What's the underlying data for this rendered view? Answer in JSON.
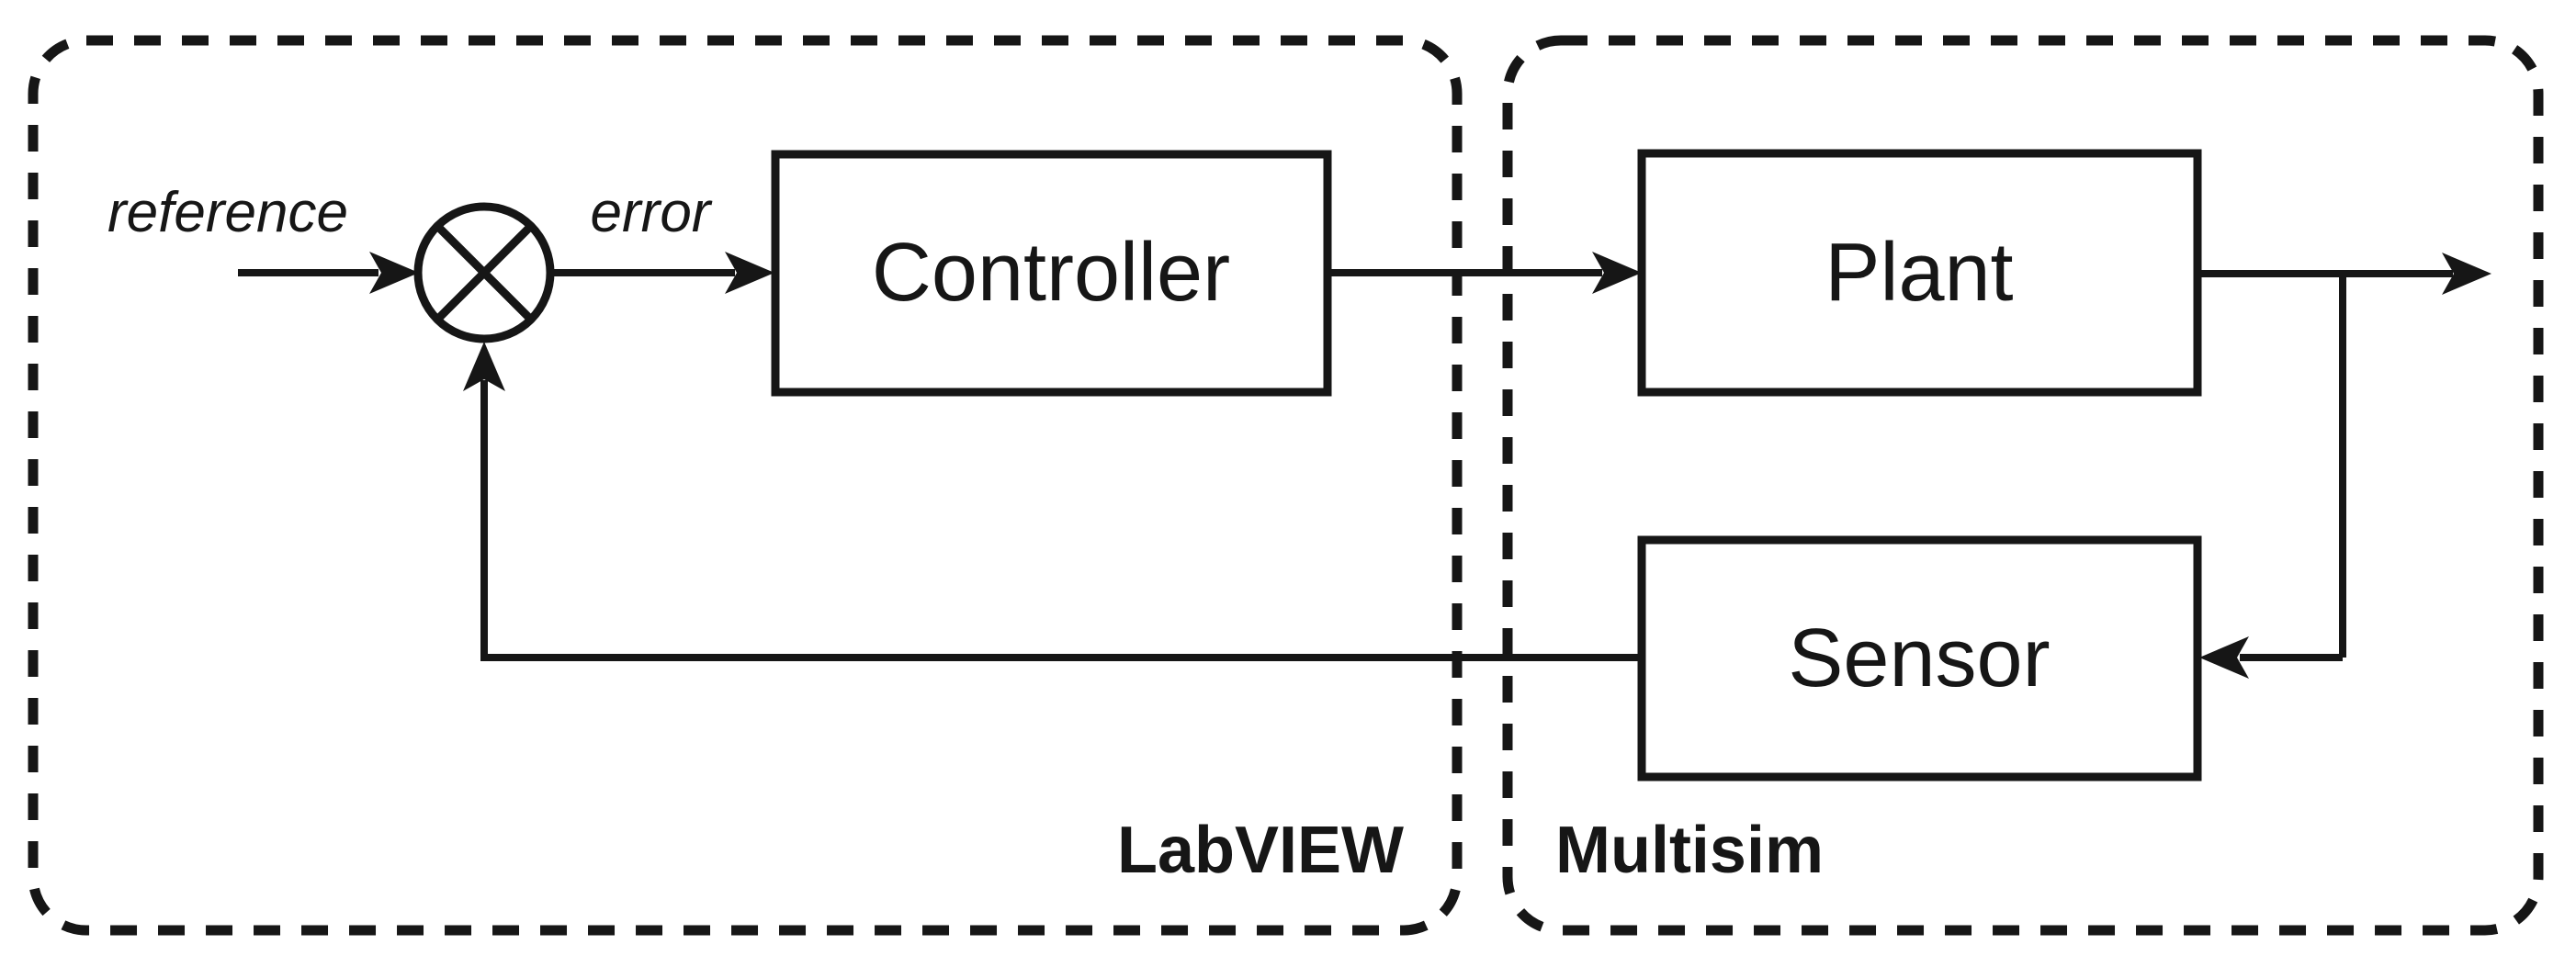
{
  "page": {
    "background": "#ffffff",
    "ink": "#161616"
  },
  "diagram": {
    "regions": {
      "labview": {
        "label": "LabVIEW"
      },
      "multisim": {
        "label": "Multisim"
      }
    },
    "blocks": {
      "controller": {
        "label": "Controller"
      },
      "plant": {
        "label": "Plant"
      },
      "sensor": {
        "label": "Sensor"
      }
    },
    "signals": {
      "reference": {
        "label": "reference"
      },
      "error": {
        "label": "error"
      }
    }
  }
}
